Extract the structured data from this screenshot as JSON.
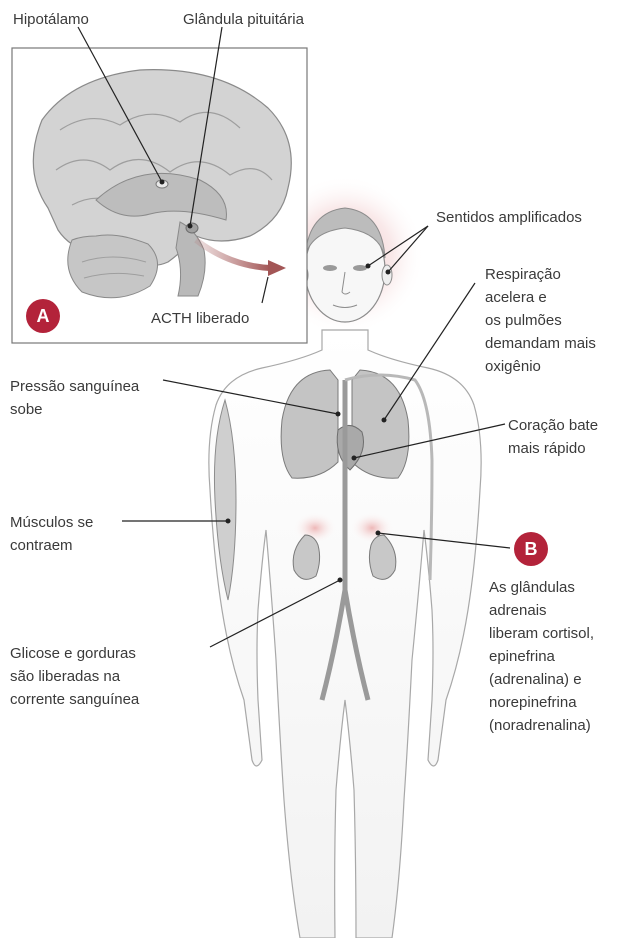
{
  "labels": {
    "hypothalamus": "Hipotálamo",
    "pituitary": "Glândula pituitária",
    "acth": "ACTH liberado",
    "senses": "Sentidos amplificados",
    "breathing": "Respiração\nacelera e\nos pulmões\ndemandam mais\noxigênio",
    "blood_pressure": "Pressão sanguínea\nsobe",
    "heart": "Coração bate\nmais rápido",
    "muscles": "Músculos se\ncontraem",
    "adrenals": "As glândulas\nadrenais\nliberam cortisol,\nepinefrina\n(adrenalina) e\nnorepinefrina\n(noradrenalina)",
    "glucose": "Glicose e gorduras\nsão liberadas na\ncorrente sanguínea"
  },
  "badges": {
    "a": "A",
    "b": "B"
  },
  "colors": {
    "accent": "#b3233a",
    "line": "#222222",
    "text": "#3a3a3a",
    "glow": "#d9868a"
  },
  "icons": {
    "brain": "brain-illustration",
    "body": "human-body-illustration",
    "arrow": "hormone-arrow"
  }
}
